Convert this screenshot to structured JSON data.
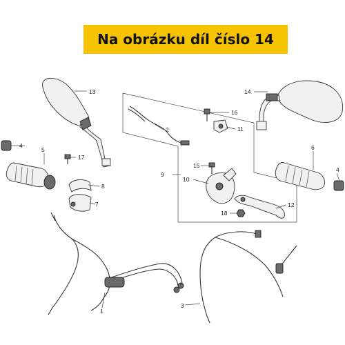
{
  "banner": {
    "text": "Na obrázku díl číslo 14",
    "color": "#f6c300"
  },
  "labels": {
    "p1": "1",
    "p2": "2",
    "p3": "3",
    "p4a": "4",
    "p4b": "4",
    "p5": "5",
    "p6": "6",
    "p7": "7",
    "p8": "8",
    "p9": "9",
    "p10": "10",
    "p11": "11",
    "p12": "12",
    "p13": "13",
    "p14": "14",
    "p15": "15",
    "p16": "16",
    "p17": "17",
    "p18": "18"
  }
}
